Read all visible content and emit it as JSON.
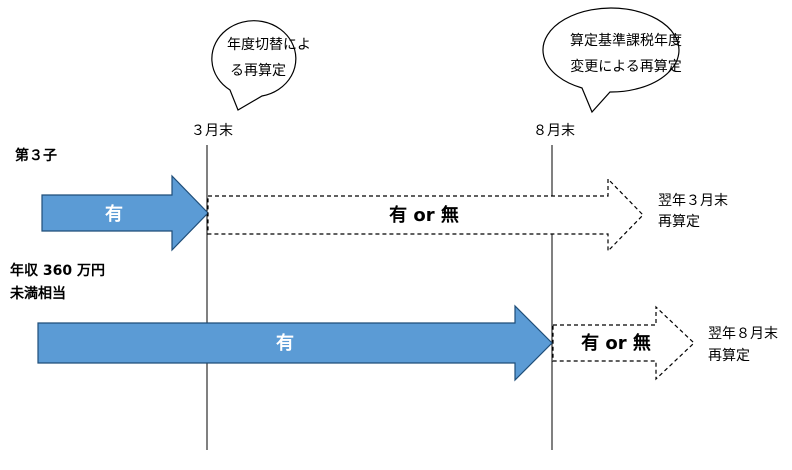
{
  "callouts": {
    "left": {
      "line1": "年度切替によ",
      "line2": "る再算定"
    },
    "right": {
      "line1": "算定基準課税年度",
      "line2": "変更による再算定"
    }
  },
  "markers": {
    "march": "３月末",
    "august": "８月末"
  },
  "rows": {
    "third_child": {
      "label": "第３子",
      "before_label": "有",
      "after_label": "有 or 無",
      "note_line1": "翌年３月末",
      "note_line2": "再算定"
    },
    "income": {
      "label_line1": "年収 360 万円",
      "label_line2": "未満相当",
      "before_label": "有",
      "after_label": "有 or 無",
      "note_line1": "翌年８月末",
      "note_line2": "再算定"
    }
  },
  "colors": {
    "solid_arrow_fill": "#5B9BD5",
    "solid_arrow_stroke": "#1F4E79",
    "line": "#000000"
  }
}
